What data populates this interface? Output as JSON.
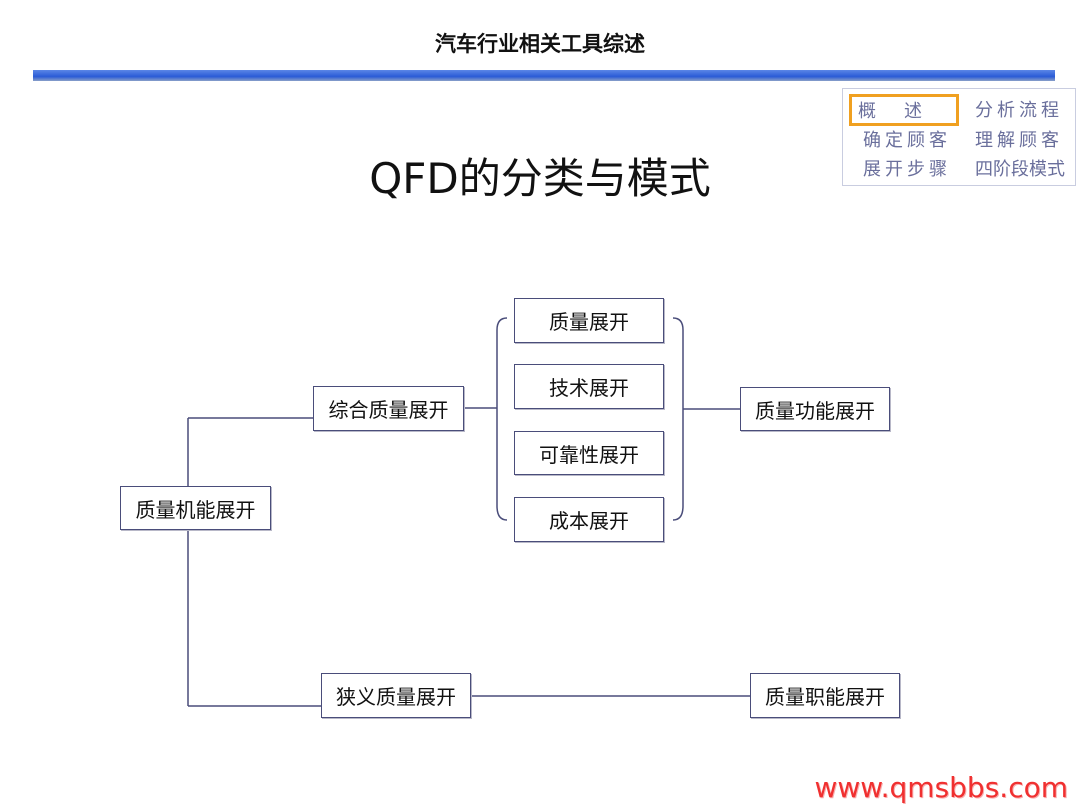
{
  "header": {
    "title": "汽车行业相关工具综述"
  },
  "nav": {
    "items": [
      {
        "label": "概述",
        "active": true
      },
      {
        "label": "分析流程"
      },
      {
        "label": "确定顾客"
      },
      {
        "label": "理解顾客"
      },
      {
        "label": "展开步骤"
      },
      {
        "label": "四阶段模式"
      }
    ],
    "active_color": "#f0a020"
  },
  "page_title": "QFD的分类与模式",
  "diagram": {
    "root": "质量机能展开",
    "broad": "综合质量展开",
    "narrow": "狭义质量展开",
    "sub": [
      "质量展开",
      "技术展开",
      "可靠性展开",
      "成本展开"
    ],
    "broad_result": "质量功能展开",
    "narrow_result": "质量职能展开"
  },
  "watermark": "www.qmsbbs.com"
}
